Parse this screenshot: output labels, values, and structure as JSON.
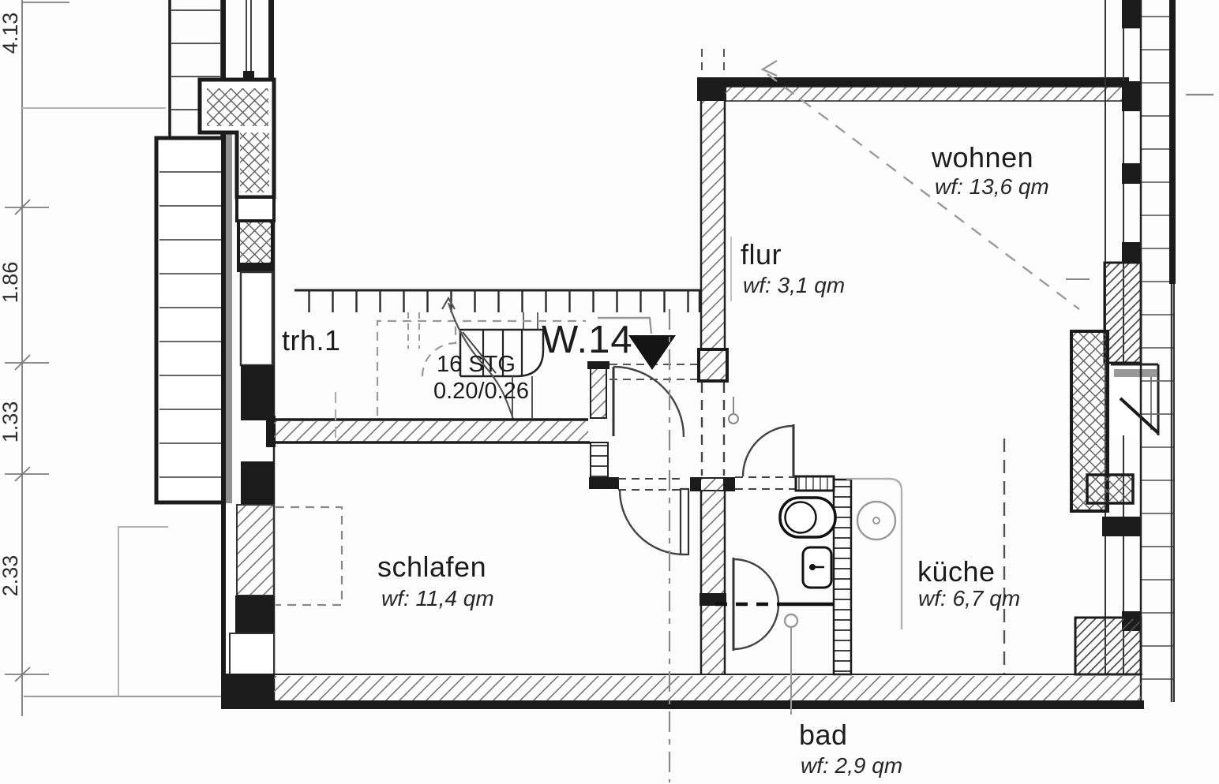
{
  "plan": {
    "apartment_label": "W.14",
    "stair_hall": {
      "label": "trh.1",
      "steps": "16 STG",
      "tread_dimensions": "0.20/0.26"
    },
    "rooms": {
      "wohnen": {
        "name": "wohnen",
        "area": "wf: 13,6 qm"
      },
      "flur": {
        "name": "flur",
        "area": "wf: 3,1 qm"
      },
      "schlafen": {
        "name": "schlafen",
        "area": "wf: 11,4 qm"
      },
      "kueche": {
        "name": "küche",
        "area": "wf: 6,7 qm"
      },
      "bad": {
        "name": "bad",
        "area": "wf: 2,9 qm"
      }
    },
    "dimensions_left": [
      "4.13",
      "1.86",
      "1.33",
      "2.33"
    ],
    "colors": {
      "ink": "#1b1b1b",
      "hatch": "#777777",
      "faint": "#9a9a9a"
    }
  }
}
